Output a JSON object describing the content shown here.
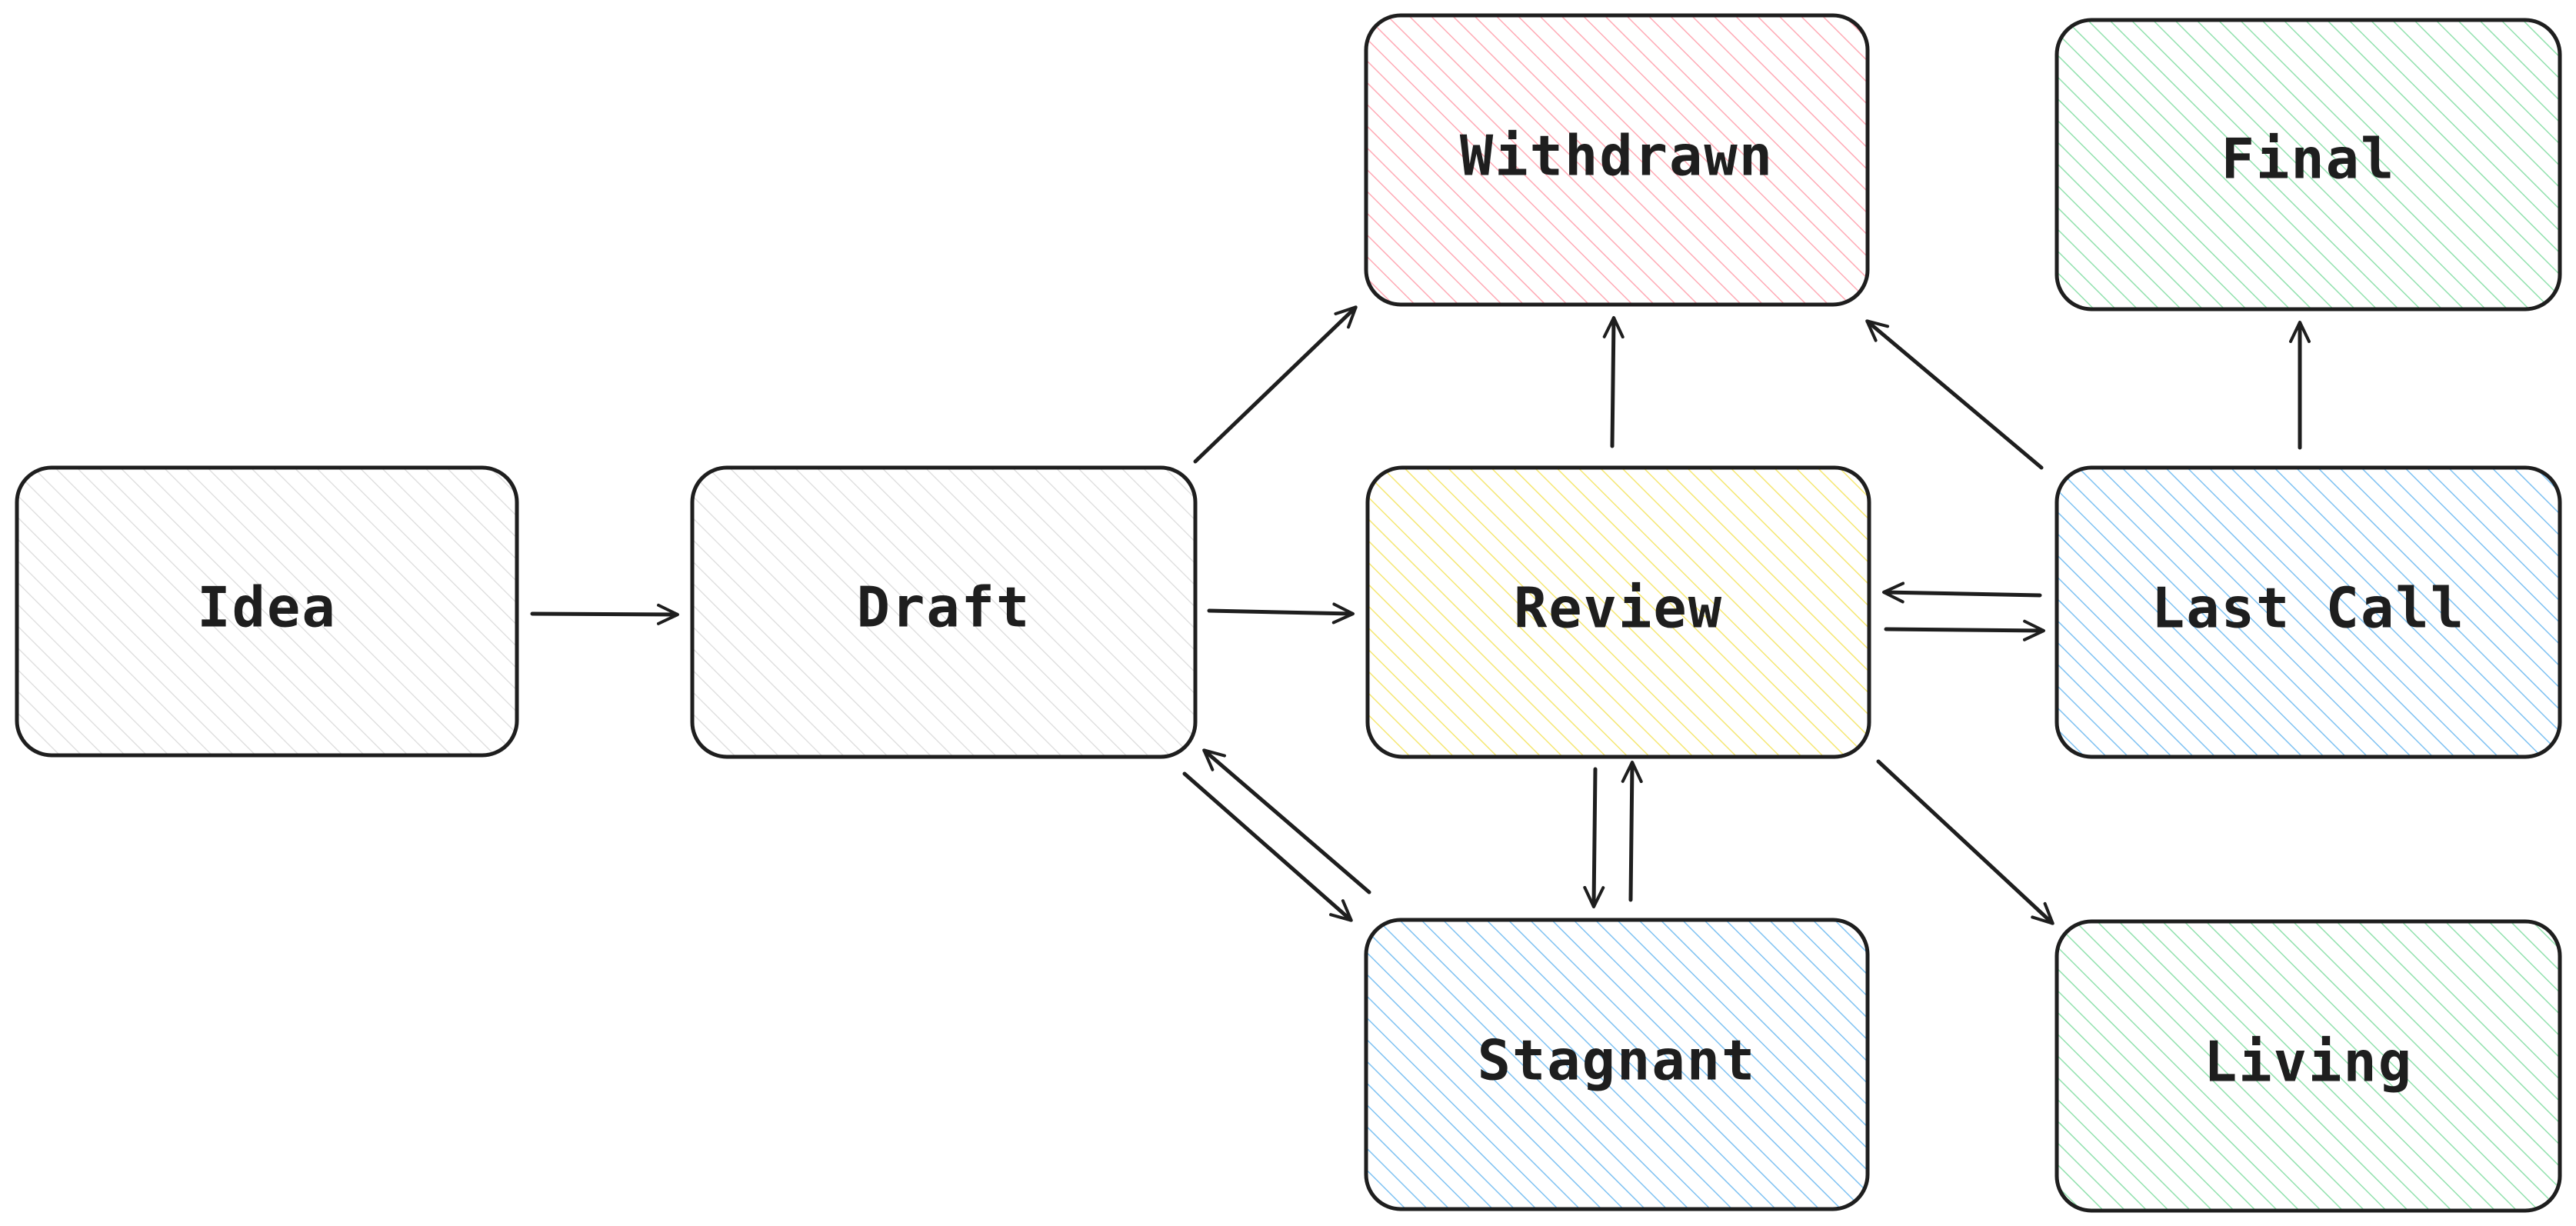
{
  "diagram": {
    "nodes": [
      {
        "id": "idea",
        "label": "Idea",
        "color": "#bdbdbd",
        "hatch": "light"
      },
      {
        "id": "draft",
        "label": "Draft",
        "color": "#bdbdbd",
        "hatch": "light"
      },
      {
        "id": "withdrawn",
        "label": "Withdrawn",
        "color": "#ff9ba8",
        "hatch": "normal"
      },
      {
        "id": "review",
        "label": "Review",
        "color": "#f4e35a",
        "hatch": "normal"
      },
      {
        "id": "stagnant",
        "label": "Stagnant",
        "color": "#69b7f0",
        "hatch": "normal"
      },
      {
        "id": "final",
        "label": "Final",
        "color": "#7fdca0",
        "hatch": "normal"
      },
      {
        "id": "last_call",
        "label": "Last Call",
        "color": "#69b7f0",
        "hatch": "normal"
      },
      {
        "id": "living",
        "label": "Living",
        "color": "#7fdca0",
        "hatch": "normal"
      }
    ],
    "edges": [
      {
        "from": "idea",
        "to": "draft"
      },
      {
        "from": "draft",
        "to": "withdrawn"
      },
      {
        "from": "draft",
        "to": "review"
      },
      {
        "from": "draft",
        "to": "stagnant"
      },
      {
        "from": "stagnant",
        "to": "draft"
      },
      {
        "from": "review",
        "to": "withdrawn"
      },
      {
        "from": "review",
        "to": "stagnant"
      },
      {
        "from": "stagnant",
        "to": "review"
      },
      {
        "from": "review",
        "to": "last_call"
      },
      {
        "from": "last_call",
        "to": "review"
      },
      {
        "from": "review",
        "to": "living"
      },
      {
        "from": "last_call",
        "to": "withdrawn"
      },
      {
        "from": "last_call",
        "to": "final"
      }
    ],
    "stroke_color": "#1e1e1e"
  }
}
